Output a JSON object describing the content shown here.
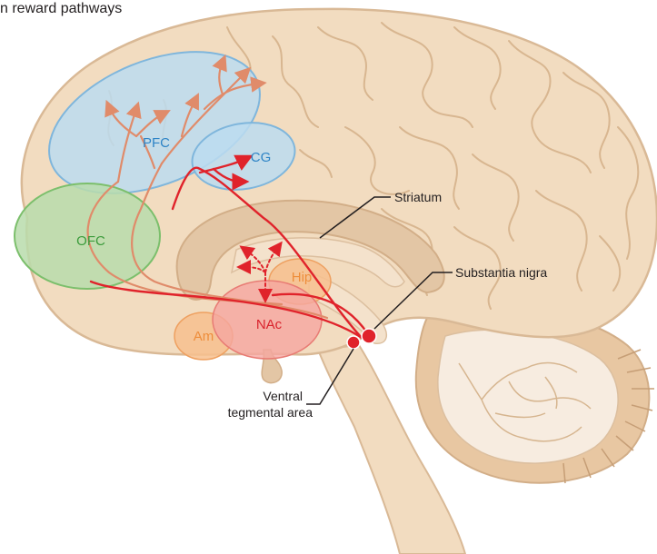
{
  "title": "n reward pathways",
  "regions": [
    {
      "key": "pfc",
      "label": "PFC",
      "color": "#2e84c6"
    },
    {
      "key": "cg",
      "label": "CG",
      "color": "#2e84c6"
    },
    {
      "key": "ofc",
      "label": "OFC",
      "color": "#3b9b3b"
    },
    {
      "key": "hip",
      "label": "Hip",
      "color": "#ee8d3a"
    },
    {
      "key": "am",
      "label": "Am",
      "color": "#ee8d3a"
    },
    {
      "key": "nac",
      "label": "NAc",
      "color": "#d9232d"
    }
  ],
  "callouts": {
    "striatum": "Striatum",
    "substantia_nigra": "Substantia nigra",
    "ventral_line1": "Ventral",
    "ventral_line2": "tegmental area"
  },
  "colors": {
    "brain_fill": "#f2dcc0",
    "brain_outline": "#d9b996",
    "gyri_lines": "#d8b690",
    "mesolimbic_path": "#e0232b",
    "mesocortical_path": "#e07d5a",
    "pfc_fill": "#bcdcf0",
    "ofc_fill": "#b9dcab",
    "nac_fill": "#f5a6a0",
    "hip_fill": "#f7c08e",
    "cerebellum_fill": "#f7ece0"
  }
}
